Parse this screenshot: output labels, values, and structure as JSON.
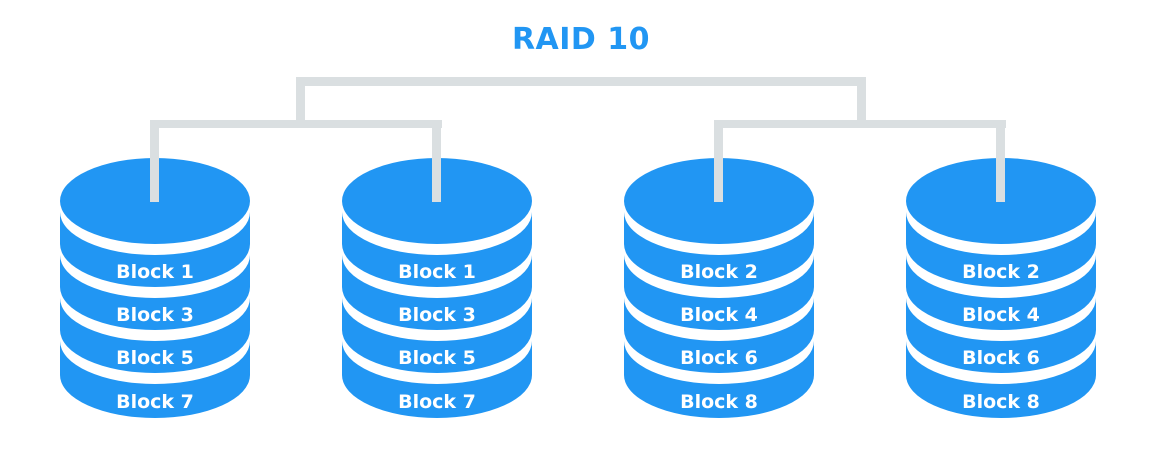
{
  "title": "RAID 10",
  "colors": {
    "disk": "#2196F3",
    "title": "#2196F3",
    "connector": "#DADFE1",
    "label": "#FFFFFF",
    "background": "#FFFFFF"
  },
  "structure": {
    "level": "RAID 10",
    "mirror_pairs": [
      {
        "name": "mirror-pair-1",
        "disks": [
          0,
          1
        ]
      },
      {
        "name": "mirror-pair-2",
        "disks": [
          2,
          3
        ]
      }
    ]
  },
  "disks": [
    {
      "name": "disk-1",
      "blocks": [
        "Block 1",
        "Block 3",
        "Block 5",
        "Block 7"
      ]
    },
    {
      "name": "disk-2",
      "blocks": [
        "Block 1",
        "Block 3",
        "Block 5",
        "Block 7"
      ]
    },
    {
      "name": "disk-3",
      "blocks": [
        "Block 2",
        "Block 4",
        "Block 6",
        "Block 8"
      ]
    },
    {
      "name": "disk-4",
      "blocks": [
        "Block 2",
        "Block 4",
        "Block 6",
        "Block 8"
      ]
    }
  ]
}
